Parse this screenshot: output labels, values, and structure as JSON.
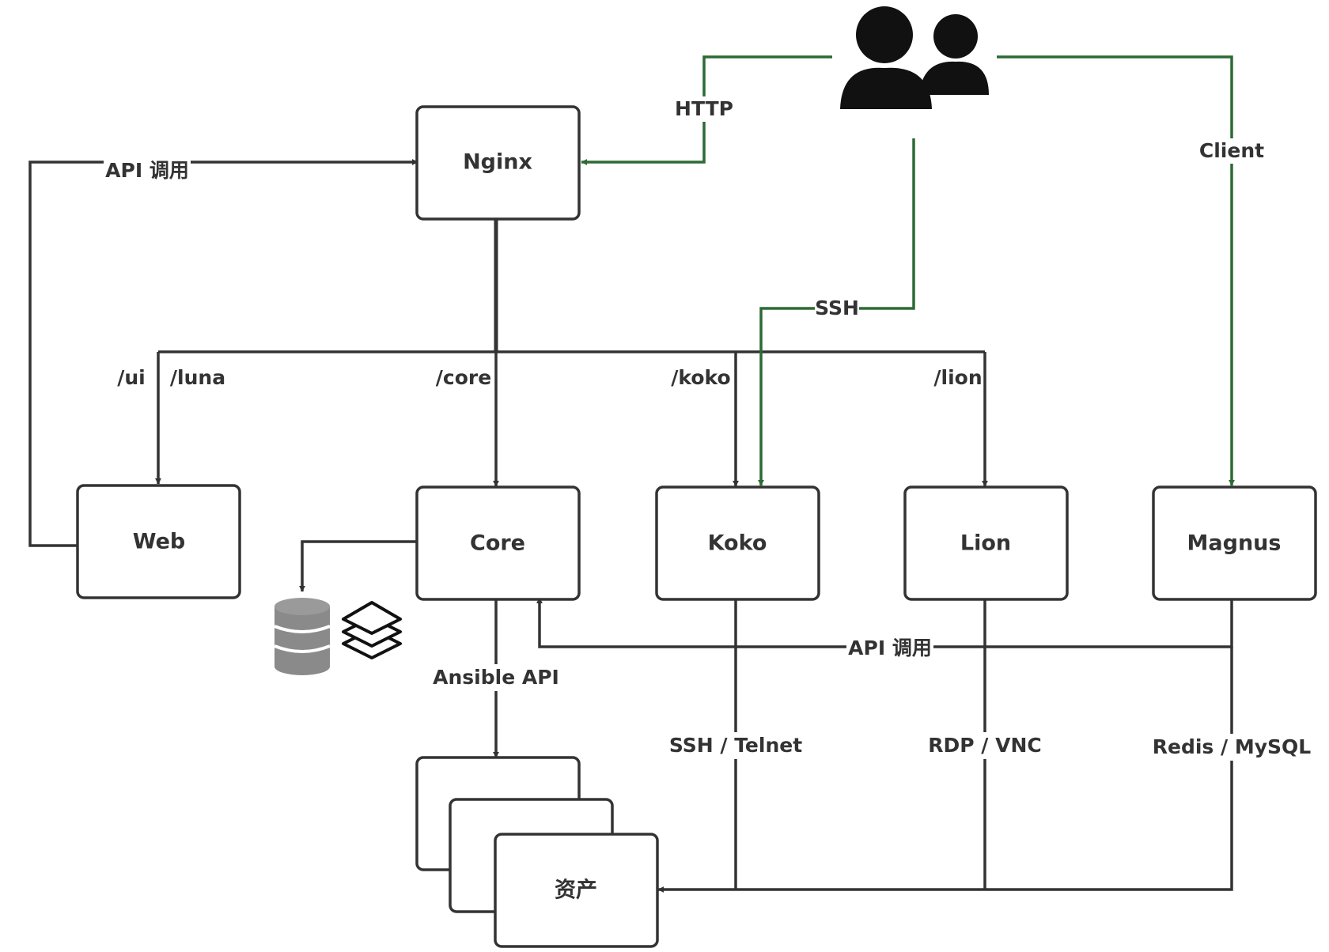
{
  "nodes": {
    "nginx": "Nginx",
    "web": "Web",
    "core": "Core",
    "koko": "Koko",
    "lion": "Lion",
    "magnus": "Magnus",
    "assets": "资产"
  },
  "edges": {
    "http": "HTTP",
    "client": "Client",
    "ssh": "SSH",
    "api_call_web": "API 调用",
    "api_call_magnus": "API 调用",
    "route_ui": "/ui",
    "route_luna": "/luna",
    "route_core": "/core",
    "route_koko": "/koko",
    "route_lion": "/lion",
    "ansible_api": "Ansible API",
    "ssh_telnet": "SSH / Telnet",
    "rdp_vnc": "RDP / VNC",
    "redis_mysql": "Redis / MySQL"
  },
  "icons": {
    "users": "users-icon",
    "database": "database-icon",
    "layers": "layers-icon"
  },
  "colors": {
    "line": "#333333",
    "accent_green": "#2d6a34"
  }
}
